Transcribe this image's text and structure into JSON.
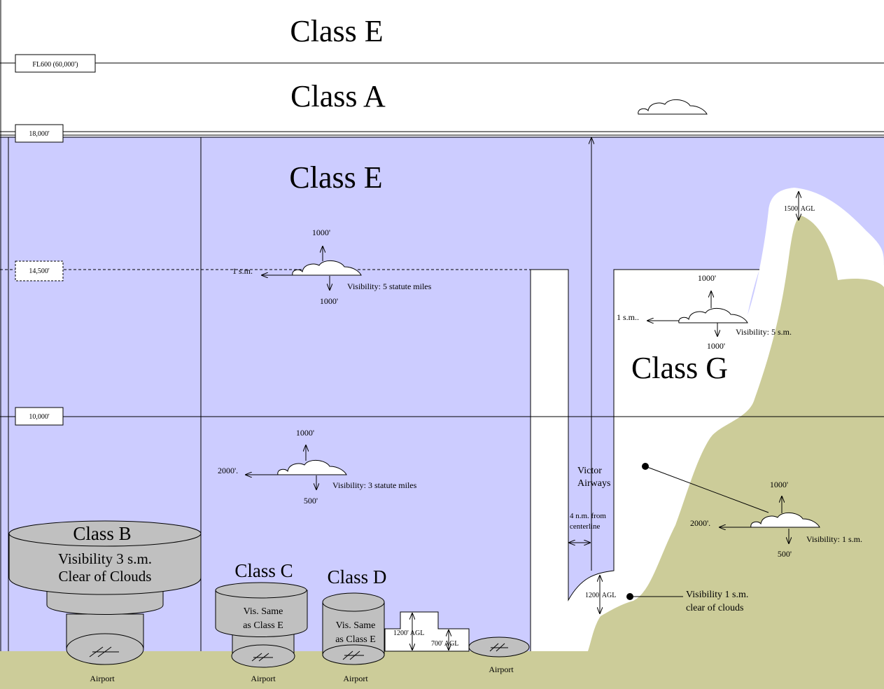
{
  "classes": {
    "e_top": "Class E",
    "a": "Class A",
    "e_main": "Class E",
    "g": "Class G",
    "b": "Class B",
    "c": "Class C",
    "d": "Class D"
  },
  "altitudes": {
    "fl600": "FL600 (60,000')",
    "ft18000": "18,000'",
    "ft14500": "14,500'",
    "ft10000": "10,000'"
  },
  "class_b": {
    "line1": "Visibility 3 s.m.",
    "line2": "Clear of Clouds"
  },
  "class_c": {
    "line1": "Vis. Same",
    "line2": "as Class E"
  },
  "class_d": {
    "line1": "Vis. Same",
    "line2": "as Class E"
  },
  "airports": [
    "Airport",
    "Airport",
    "Airport",
    "Airport"
  ],
  "clearances": {
    "e_above_10k": {
      "above": "1000'",
      "below": "1000'",
      "horizontal": "1 s.m.",
      "visibility": "Visibility: 5 statute miles"
    },
    "e_below_10k": {
      "above": "1000'",
      "below": "500'",
      "horizontal": "2000'.",
      "visibility": "Visibility: 3 statute miles"
    },
    "g_above_10k": {
      "above": "1000'",
      "below": "1000'",
      "horizontal": "1 s.m..",
      "visibility": "Visibility: 5 s.m."
    },
    "g_below_10k": {
      "above": "1000'",
      "below": "500'",
      "horizontal": "2000'.",
      "visibility": "Visibility: 1 s.m."
    }
  },
  "g_surface": {
    "line1": "Visibility 1 s.m.",
    "line2": "clear of clouds"
  },
  "agl": {
    "mountain": "1500' AGL",
    "valley": "1200' AGL",
    "transition_1200": "1200' AGL",
    "transition_700": "700' AGL"
  },
  "victor": {
    "line1": "Victor",
    "line2": "Airways",
    "width1": "4 n.m. from",
    "width2": "centerline"
  },
  "colors": {
    "class_e_fill": "#ccccff",
    "terrain": "#cccc99",
    "class_bcd_gray": "#c0c0c0",
    "white": "#ffffff"
  }
}
